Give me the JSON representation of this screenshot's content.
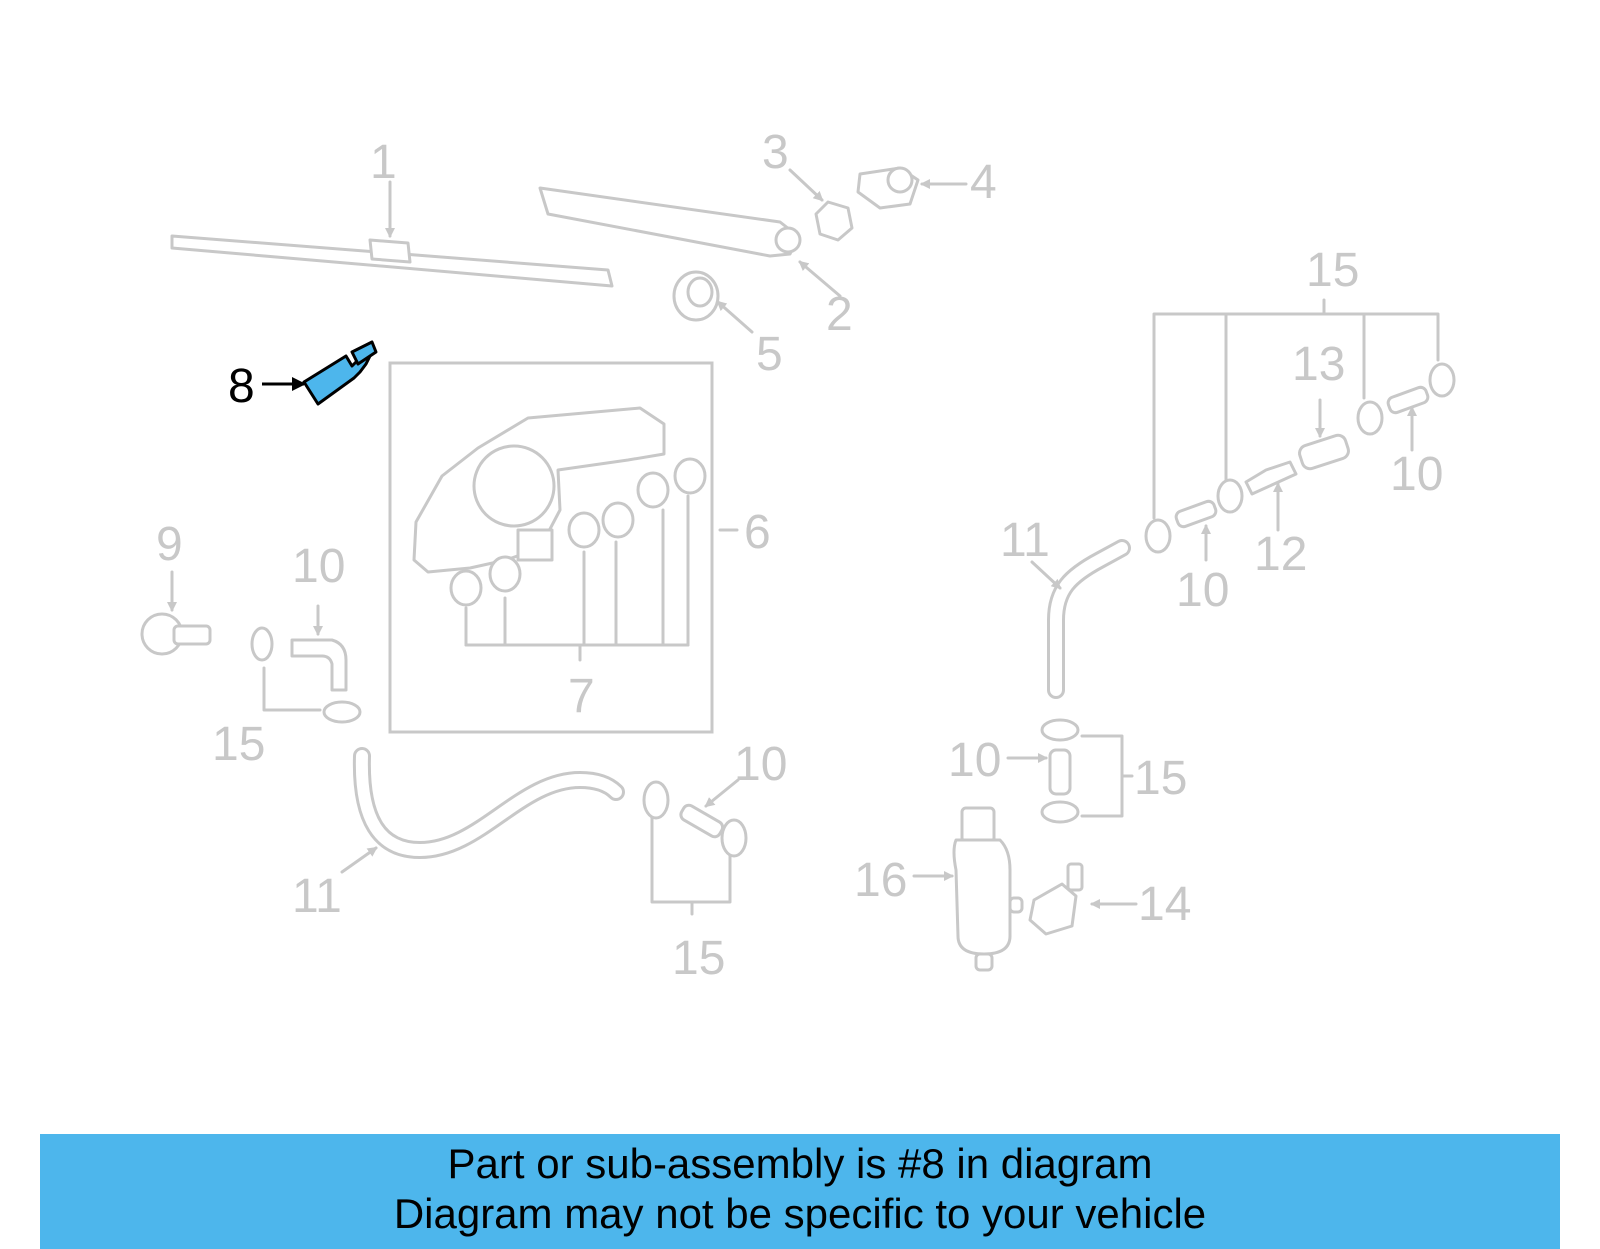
{
  "diagram": {
    "highlight_color": "#4db6ec",
    "muted_color": "#c8c8c8",
    "highlighted_part": "8",
    "callouts": {
      "c1": "1",
      "c2": "2",
      "c3": "3",
      "c4": "4",
      "c5": "5",
      "c6": "6",
      "c7": "7",
      "c8": "8",
      "c9": "9",
      "c10a": "10",
      "c15a": "15",
      "c11a": "11",
      "c10b": "10",
      "c15b": "15",
      "c15c": "15",
      "c13": "13",
      "c10c": "10",
      "c12": "12",
      "c10d": "10",
      "c11b": "11",
      "c10e": "10",
      "c15d": "15",
      "c16": "16",
      "c14": "14"
    }
  },
  "banner": {
    "line1": "Part or sub-assembly is #8 in diagram",
    "line2": "Diagram may not be specific to your vehicle"
  }
}
